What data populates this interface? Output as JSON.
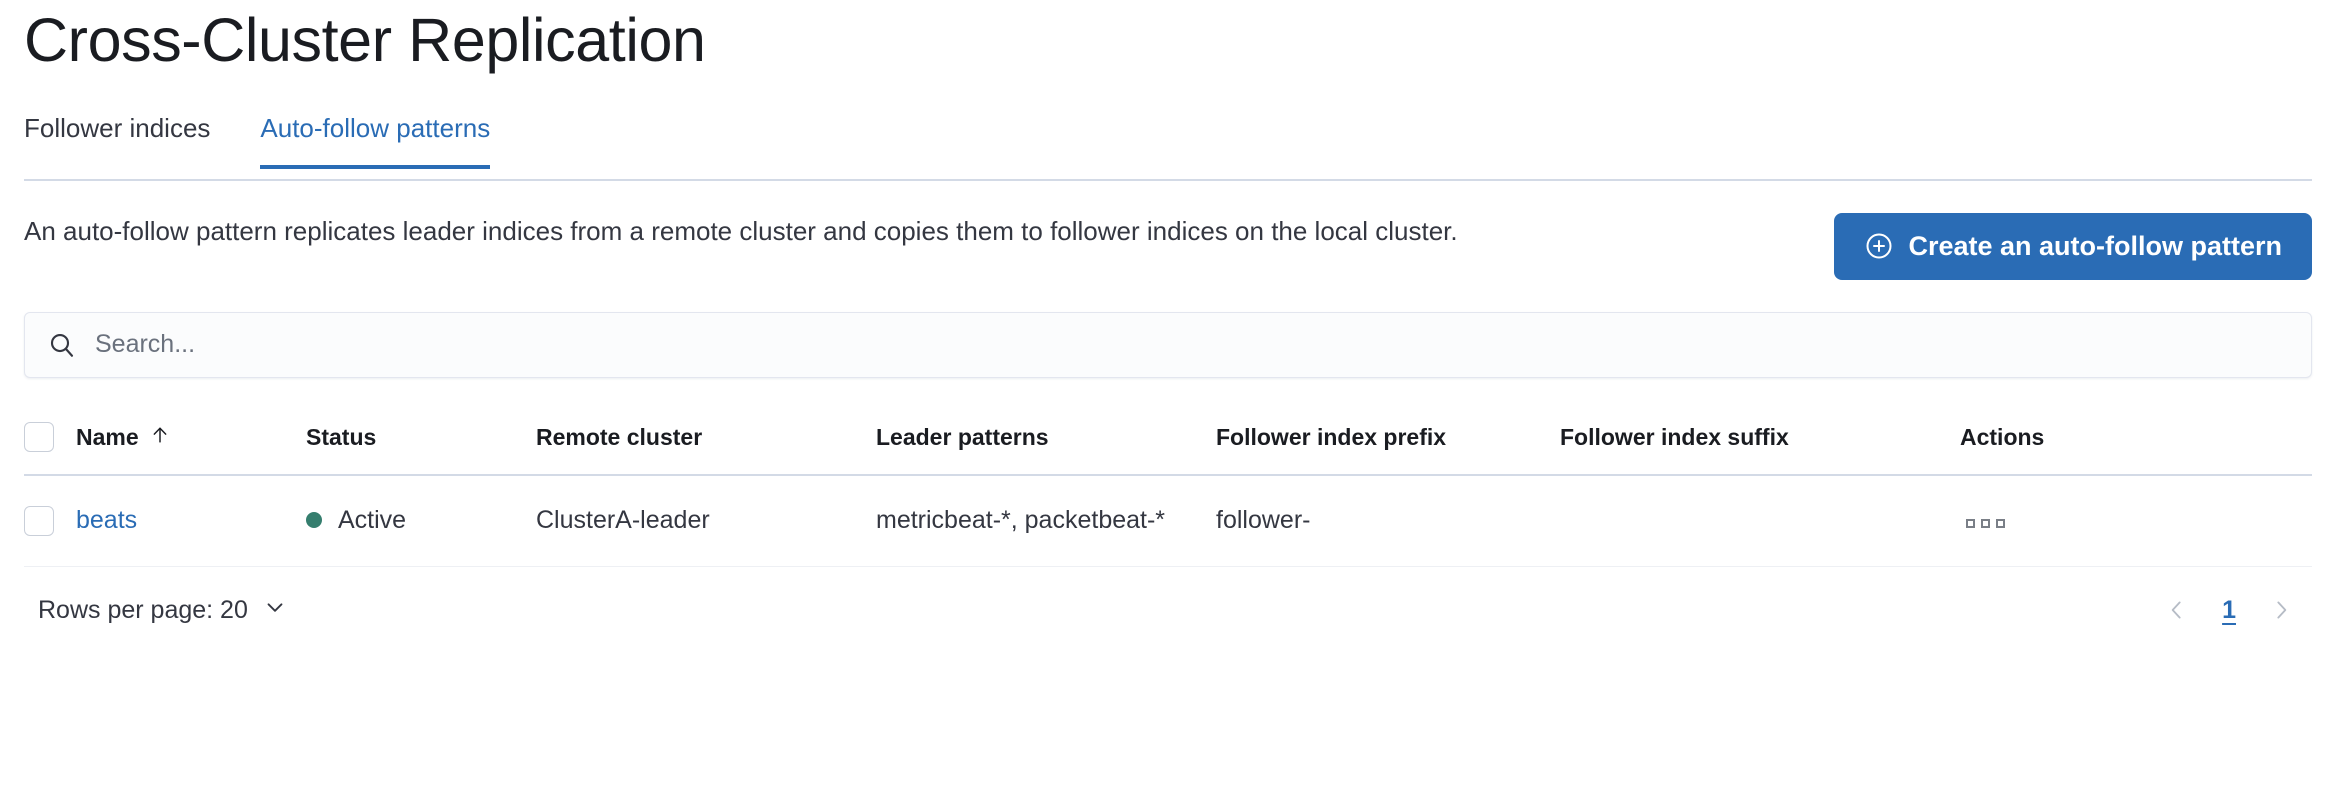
{
  "page": {
    "title": "Cross-Cluster Replication"
  },
  "tabs": [
    {
      "label": "Follower indices",
      "selected": false
    },
    {
      "label": "Auto-follow patterns",
      "selected": true
    }
  ],
  "intro": {
    "description": "An auto-follow pattern replicates leader indices from a remote cluster and copies them to follower indices on the local cluster.",
    "create_button_label": "Create an auto-follow pattern",
    "create_button_icon": "plus-in-circle-icon",
    "create_button_color": "#2a6cb5"
  },
  "search": {
    "placeholder": "Search...",
    "value": "",
    "icon": "search-icon"
  },
  "table": {
    "columns": [
      {
        "key": "name",
        "label": "Name",
        "sorted": true,
        "sort_direction": "asc",
        "sort_icon": "arrow-up-icon"
      },
      {
        "key": "status",
        "label": "Status"
      },
      {
        "key": "remote_cluster",
        "label": "Remote cluster"
      },
      {
        "key": "leader_patterns",
        "label": "Leader patterns"
      },
      {
        "key": "follower_index_prefix",
        "label": "Follower index prefix"
      },
      {
        "key": "follower_index_suffix",
        "label": "Follower index suffix"
      },
      {
        "key": "actions",
        "label": "Actions"
      }
    ],
    "rows": [
      {
        "name": "beats",
        "status": "Active",
        "status_color": "#357e6e",
        "remote_cluster": "ClusterA-leader",
        "leader_patterns": "metricbeat-*, packetbeat-*",
        "follower_index_prefix": "follower-",
        "follower_index_suffix": "",
        "actions_icon": "ellipsis-horizontal-icon"
      }
    ]
  },
  "footer": {
    "rows_per_page_label": "Rows per page: 20",
    "rows_per_page_icon": "chevron-down-icon",
    "prev_icon": "chevron-left-icon",
    "next_icon": "chevron-right-icon",
    "current_page": "1"
  }
}
